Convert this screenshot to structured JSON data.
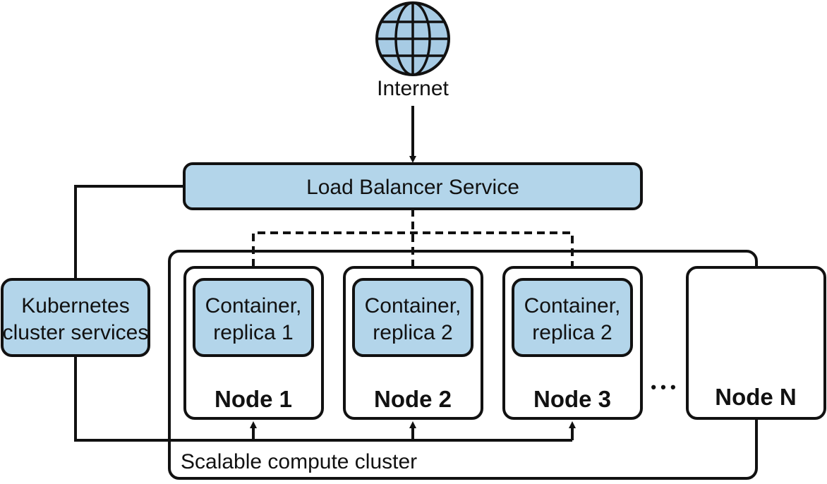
{
  "internet": {
    "label": "Internet",
    "icon": "globe-icon"
  },
  "load_balancer": {
    "label": "Load Balancer Service"
  },
  "k8s_services": {
    "line1": "Kubernetes",
    "line2": "cluster services"
  },
  "cluster": {
    "label": "Scalable compute cluster"
  },
  "nodes": [
    {
      "label": "Node 1",
      "container_line1": "Container,",
      "container_line2": "replica 1"
    },
    {
      "label": "Node 2",
      "container_line1": "Container,",
      "container_line2": "replica 2"
    },
    {
      "label": "Node 3",
      "container_line1": "Container,",
      "container_line2": "replica 2"
    },
    {
      "label": "Node N"
    }
  ],
  "ellipsis": "• • •",
  "colors": {
    "fill": "#b3d5ea",
    "stroke": "#111111",
    "globe": "#a7cbe4"
  }
}
